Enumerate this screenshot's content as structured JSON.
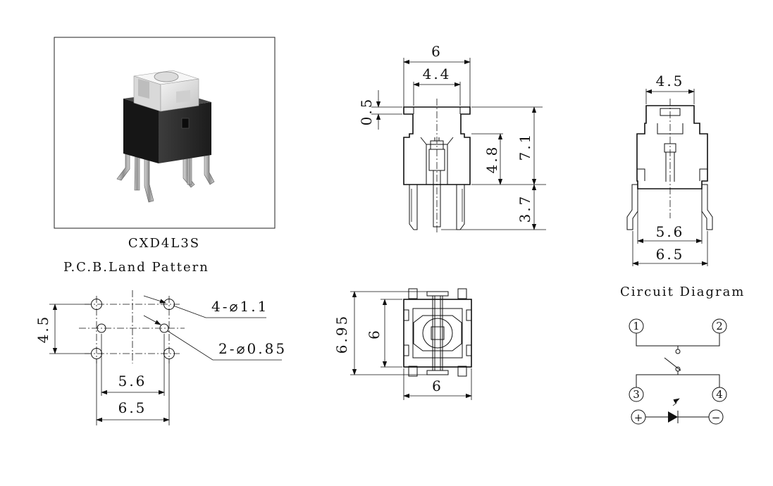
{
  "part_name": "CXD4L3S",
  "land_pattern_title": "P.C.B.Land Pattern",
  "circuit_title": "Circuit Diagram",
  "front_view": {
    "width": "6",
    "inner": "4.4",
    "cap": "0.5",
    "stem": "4.8",
    "height": "7.1",
    "pin": "3.7"
  },
  "side_view": {
    "top": "4.5",
    "inner": "5.6",
    "outer": "6.5"
  },
  "top_view": {
    "outer": "6.95",
    "body": "6",
    "width": "6"
  },
  "land_pattern": {
    "hole_a": "4-⌀1.1",
    "hole_b": "2-⌀0.85",
    "pitch_v": "4.5",
    "inner": "5.6",
    "outer": "6.5"
  },
  "circuit": {
    "pins": [
      "1",
      "2",
      "3",
      "4"
    ],
    "plus": "+",
    "minus": "−"
  }
}
